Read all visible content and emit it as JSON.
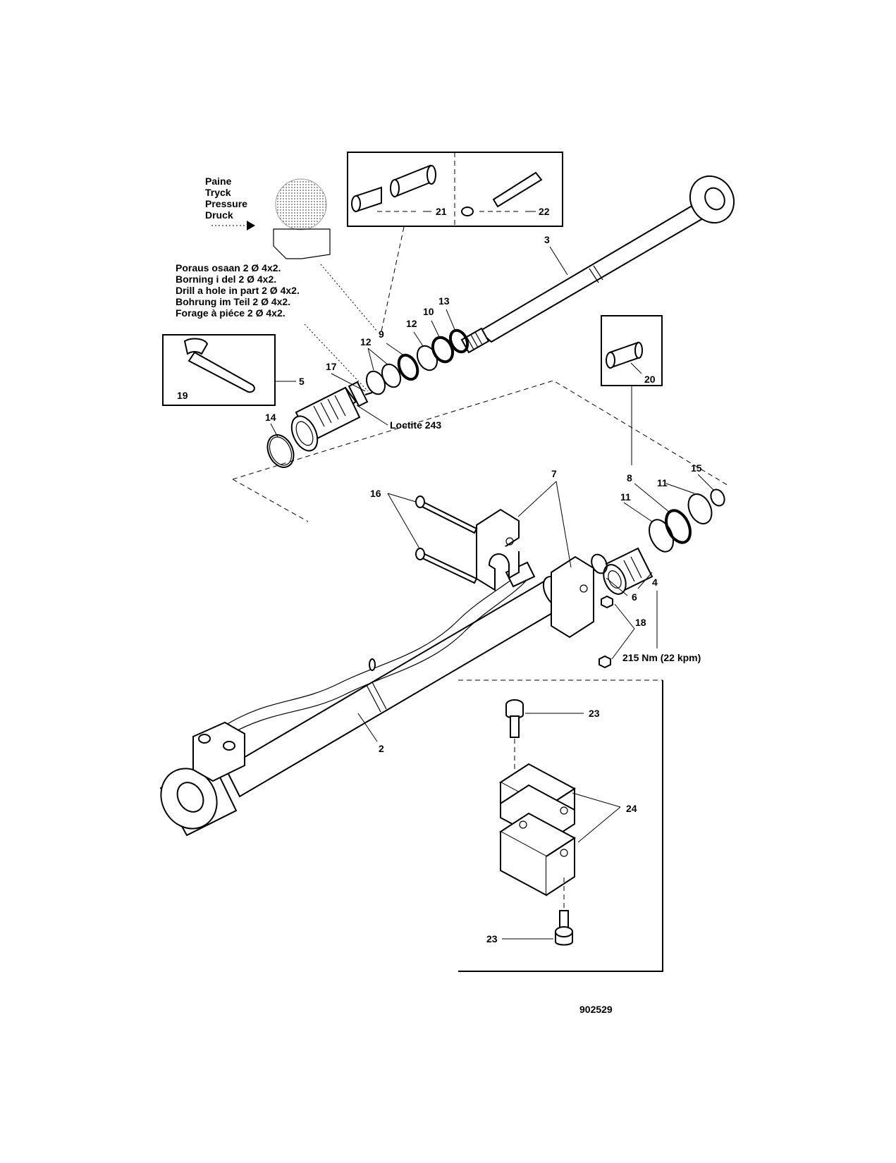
{
  "pressure_note": [
    "Paine",
    "Tryck",
    "Pressure",
    "Druck"
  ],
  "drill_note": [
    "Poraus osaan 2 Ø 4x2.",
    "Borning i del 2 Ø 4x2.",
    "Drill a hole in part 2 Ø 4x2.",
    "Bohrung im Teil 2 Ø 4x2.",
    "Forage à piéce 2 Ø 4x2."
  ],
  "loctite_note": "Loctite 243",
  "torque_note": "215 Nm (22 kpm)",
  "figure_number": "902529",
  "callouts": {
    "c2": "2",
    "c3": "3",
    "c4": "4",
    "c5": "5",
    "c6": "6",
    "c7": "7",
    "c8": "8",
    "c9": "9",
    "c10": "10",
    "c11a": "11",
    "c11b": "11",
    "c12a": "12",
    "c12b": "12",
    "c13": "13",
    "c14": "14",
    "c15": "15",
    "c16": "16",
    "c17": "17",
    "c18": "18",
    "c19": "19",
    "c20": "20",
    "c21": "21",
    "c22": "22",
    "c23a": "23",
    "c23b": "23",
    "c24": "24"
  }
}
